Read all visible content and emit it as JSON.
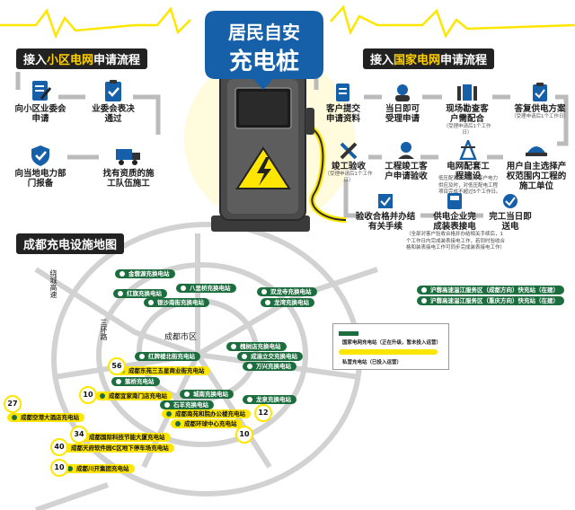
{
  "title": {
    "line1": "居民自安",
    "line2": "充电桩"
  },
  "left_flow": {
    "title_pre": "接入",
    "title_hl1": "小区",
    "title_hl2": "电网",
    "title_post": "申请流程",
    "steps": [
      {
        "label": "向小区业委会申请",
        "icon": "document-edit-icon"
      },
      {
        "label": "业委会表决通过",
        "icon": "clipboard-check-icon"
      },
      {
        "label": "找有资质的施工队伍施工",
        "icon": "truck-icon"
      },
      {
        "label": "向当地电力部门报备",
        "icon": "shield-check-icon"
      }
    ]
  },
  "right_flow": {
    "title_pre": "接入",
    "title_hl1": "国家",
    "title_hl2": "电网",
    "title_post": "申请流程",
    "steps": [
      {
        "label": "客户提交申请资料",
        "sub": "",
        "icon": "document-icon"
      },
      {
        "label": "当日即可受理申请",
        "sub": "",
        "icon": "customer-service-icon"
      },
      {
        "label": "现场勘查客户需配合",
        "sub": "（受理申请后1个工作日）",
        "icon": "survey-icon"
      },
      {
        "label": "答复供电方案",
        "sub": "（受理申请后1个工作日）",
        "icon": "clipboard-icon"
      },
      {
        "label": "用户自主选择产权范围内工程的施工单位",
        "sub": "",
        "icon": "worker-helmet-icon"
      },
      {
        "label": "电网配套工程建设",
        "sub": "",
        "icon": "power-tower-icon"
      },
      {
        "label": "工程竣工客户申请验收",
        "sub": "",
        "icon": "engineer-icon"
      },
      {
        "label": "竣工验收",
        "sub": "（受理申请后1个工作日）",
        "icon": "tools-icon"
      },
      {
        "label": "验收合格并办结有关手续",
        "sub": "",
        "icon": "approval-icon"
      },
      {
        "label": "供电企业完成装表接电",
        "sub": "",
        "icon": "meter-icon"
      },
      {
        "label": "完工当日即送电",
        "sub": "",
        "icon": "power-check-icon"
      }
    ],
    "note_grid": "低压配套，为使所客户电力供应及时，对低压配电工程项目完成不超过5个工作日。",
    "note_meter": "（全部对客户验收合格并办结相关手续后，1个工作日内完成装表接电工作，若同时验收合格和装表接电工作可同步完成装表接电工作）"
  },
  "map": {
    "title": "成都充电设施地图",
    "city_label": "成都市区",
    "road_labels": [
      "绕城高速",
      "三环路"
    ],
    "stations": [
      {
        "name": "金蓉源充换电站",
        "type": "green",
        "count": ""
      },
      {
        "name": "八里桥充换电站",
        "type": "green",
        "count": ""
      },
      {
        "name": "红旗充换电站",
        "type": "green",
        "count": ""
      },
      {
        "name": "银沙南街充换电站",
        "type": "green",
        "count": ""
      },
      {
        "name": "双龙寺充换电站",
        "type": "green",
        "count": ""
      },
      {
        "name": "龙湾充换电站",
        "type": "green",
        "count": ""
      },
      {
        "name": "沪蓉高速温江服务区（成都方向）快充站（在建）",
        "type": "green",
        "count": ""
      },
      {
        "name": "沪蓉高速温江服务区（重庆方向）快充站（在建）",
        "type": "green",
        "count": ""
      },
      {
        "name": "槐树店充换电站",
        "type": "green",
        "count": ""
      },
      {
        "name": "成渝立交充换电站",
        "type": "green",
        "count": ""
      },
      {
        "name": "万兴充换电站",
        "type": "green",
        "count": ""
      },
      {
        "name": "红牌楼北街充电站",
        "type": "green",
        "count": ""
      },
      {
        "name": "成都东苑三五星商业街充电站",
        "type": "yellow",
        "count": "56"
      },
      {
        "name": "簇桥充电站",
        "type": "green",
        "count": ""
      },
      {
        "name": "城南充换电站",
        "type": "green",
        "count": ""
      },
      {
        "name": "龙泉充换电站",
        "type": "green",
        "count": ""
      },
      {
        "name": "成都宜家南门店充电站",
        "type": "yellow",
        "count": "10"
      },
      {
        "name": "石羊充换电站",
        "type": "green",
        "count": ""
      },
      {
        "name": "成都南苑和院办公楼充电站",
        "type": "yellow",
        "count": "12"
      },
      {
        "name": "成都空港大酒店充电站",
        "type": "yellow",
        "count": "27"
      },
      {
        "name": "成都环球中心充电站",
        "type": "yellow",
        "count": "10"
      },
      {
        "name": "成都国际科技节能大厦充电站",
        "type": "yellow",
        "count": "34"
      },
      {
        "name": "成都天府软件园C区地下停车场充电站",
        "type": "yellow",
        "count": "40"
      },
      {
        "name": "成都川开集团充电站",
        "type": "yellow",
        "count": "10"
      }
    ],
    "legend": {
      "green": "国家电网充电站（正在升级，暂未投入运营）",
      "yellow": "私营充电站（已投入运营）"
    }
  },
  "colors": {
    "accent_yellow": "#ffe600",
    "station_green": "#1d6e3f",
    "dark": "#222222"
  }
}
